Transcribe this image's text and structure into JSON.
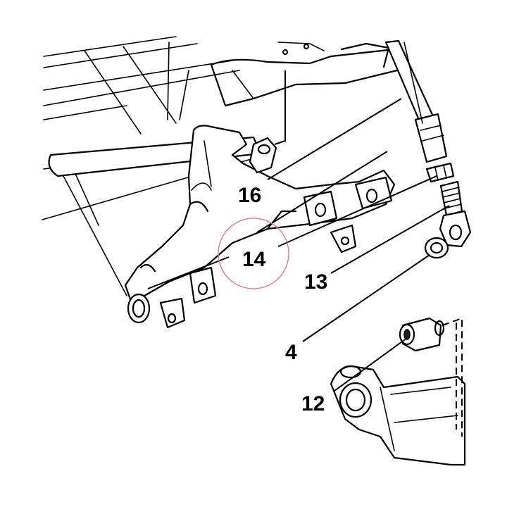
{
  "callouts": {
    "c16": "16",
    "c14": "14",
    "c13": "13",
    "c4": "4",
    "c12": "12"
  },
  "colors": {
    "line": "#000000",
    "highlight": "#d9868e"
  }
}
